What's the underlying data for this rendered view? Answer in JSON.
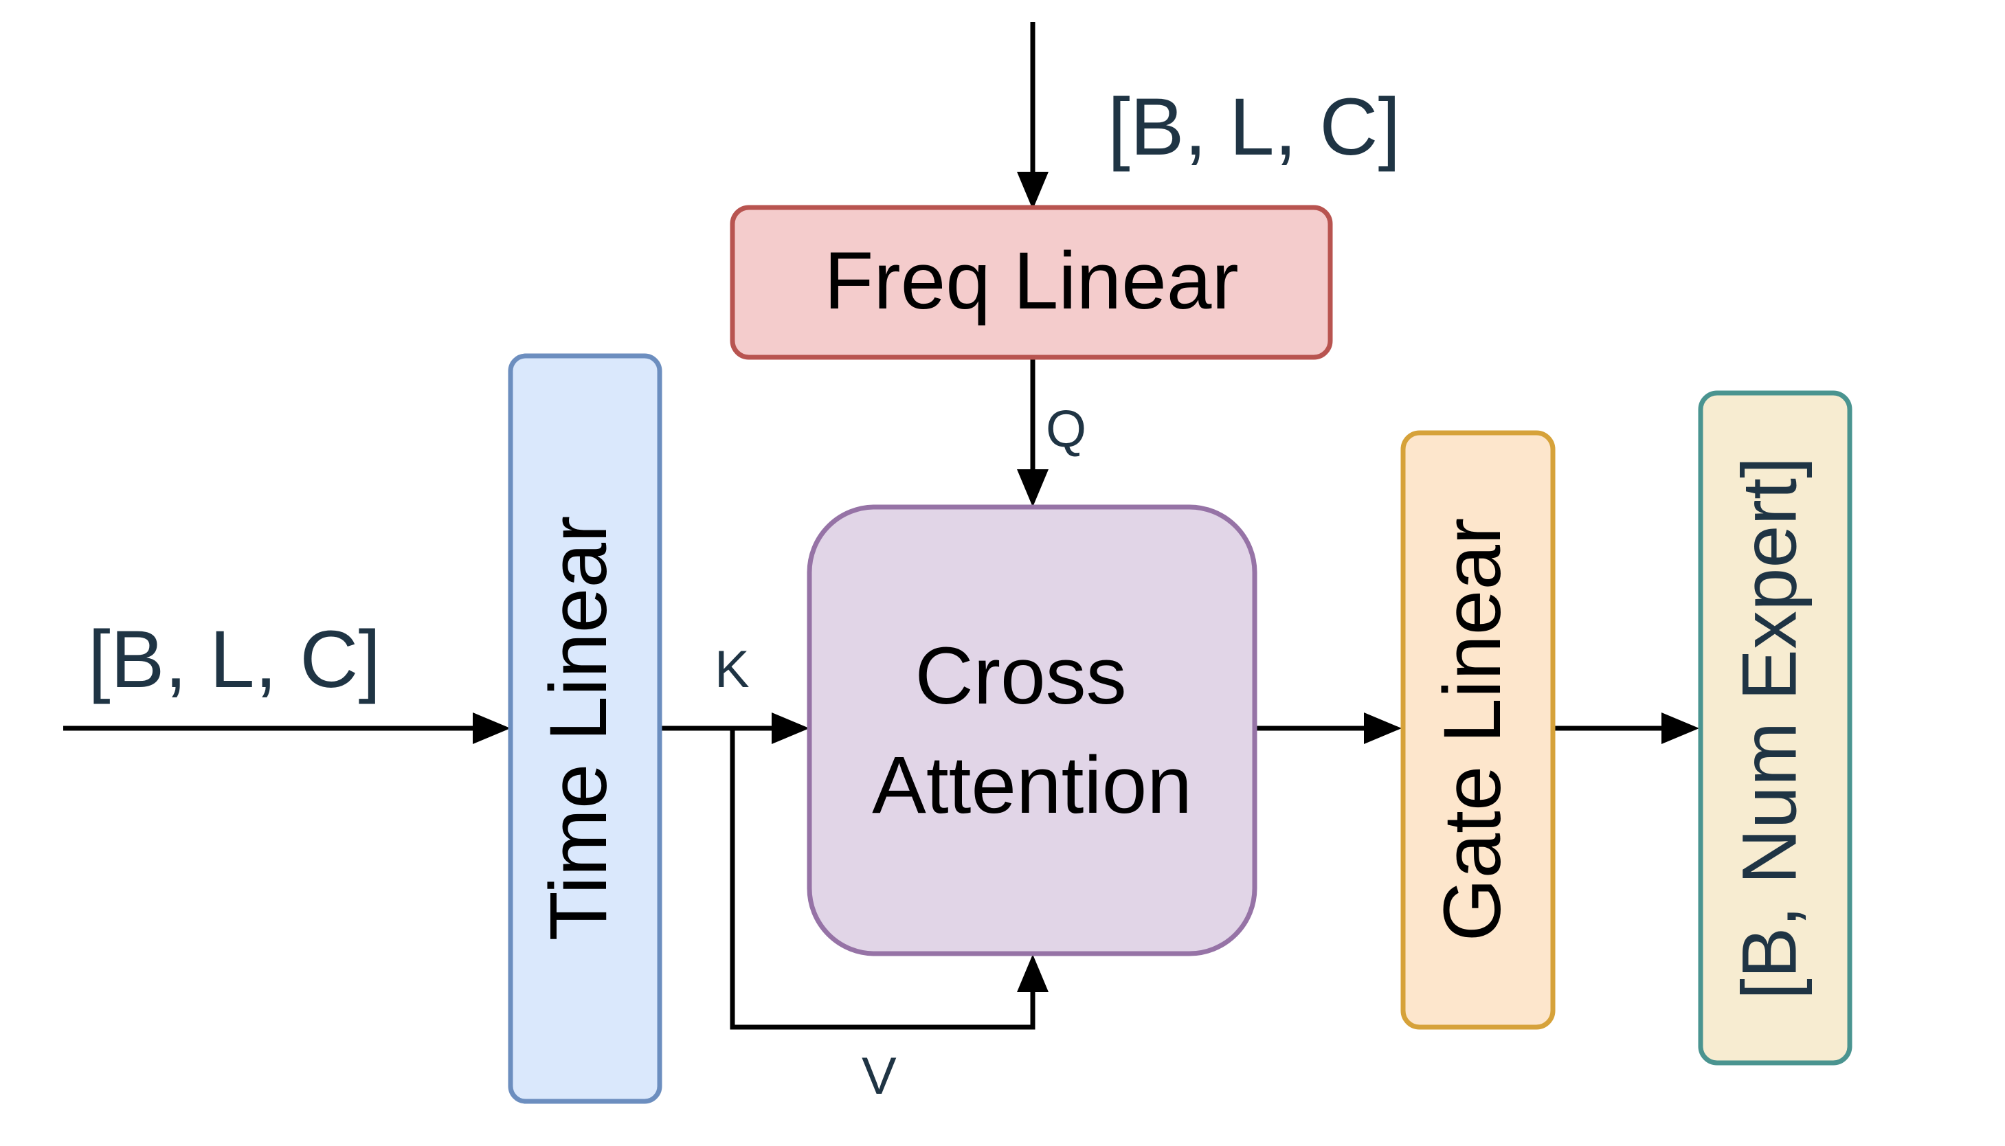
{
  "nodes": {
    "freq_linear": {
      "label": "Freq Linear",
      "fill": "#f4cccc",
      "stroke": "#b85450"
    },
    "time_linear": {
      "label": "Time Linear",
      "fill": "#dae8fc",
      "stroke": "#6c8ebf"
    },
    "cross_attention": {
      "label_lines": [
        "Cross",
        "Attention"
      ],
      "fill": "#e1d5e7",
      "stroke": "#9673a6"
    },
    "gate_linear": {
      "label": "Gate Linear",
      "fill": "#fde6cc",
      "stroke": "#d6a23a"
    },
    "output": {
      "label": "[B, Num Expert]",
      "fill": "#f7ecd1",
      "stroke": "#4a9490"
    }
  },
  "edge_labels": {
    "freq_input_shape": "[B, L, C]",
    "time_input_shape": "[B, L, C]",
    "query": "Q",
    "key": "K",
    "value": "V"
  },
  "colors": {
    "edge": "#000000",
    "label_text": "#1f3444",
    "node_text": "#000000"
  }
}
